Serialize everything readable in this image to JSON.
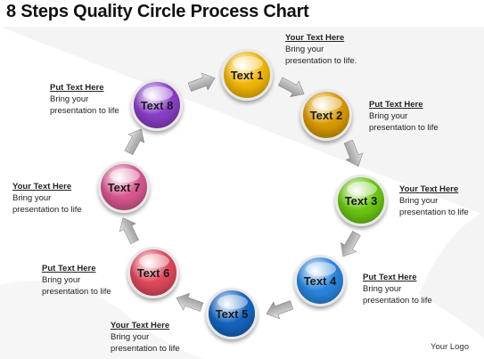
{
  "title": "8 Steps Quality Circle Process Chart",
  "steps": [
    {
      "label": "Text 1",
      "color": "#f2b705"
    },
    {
      "label": "Text 2",
      "color": "#d99a00"
    },
    {
      "label": "Text 3",
      "color": "#6cc712"
    },
    {
      "label": "Text 4",
      "color": "#2a86e0"
    },
    {
      "label": "Text 5",
      "color": "#1565c0"
    },
    {
      "label": "Text 6",
      "color": "#e04a5c"
    },
    {
      "label": "Text 7",
      "color": "#d8588f"
    },
    {
      "label": "Text 8",
      "color": "#8a3fc7"
    }
  ],
  "notes": [
    {
      "heading": "Your Text Here",
      "line1": "Bring your",
      "line2": "presentation to life."
    },
    {
      "heading": "Put Text Here",
      "line1": "Bring your",
      "line2": "presentation to life"
    },
    {
      "heading": "Your Text Here",
      "line1": "Bring your",
      "line2": "presentation to life"
    },
    {
      "heading": "Put Text Here",
      "line1": "Bring your",
      "line2": "presentation to life"
    },
    {
      "heading": "Your Text Here",
      "line1": "Bring your",
      "line2": "presentation to life"
    },
    {
      "heading": "Put Text Here",
      "line1": "Bring your",
      "line2": "presentation to life"
    },
    {
      "heading": "Your Text Here",
      "line1": "Bring your",
      "line2": "presentation to life"
    },
    {
      "heading": "Put Text Here",
      "line1": "Bring your",
      "line2": "presentation to life"
    }
  ],
  "logo": "Your Logo"
}
